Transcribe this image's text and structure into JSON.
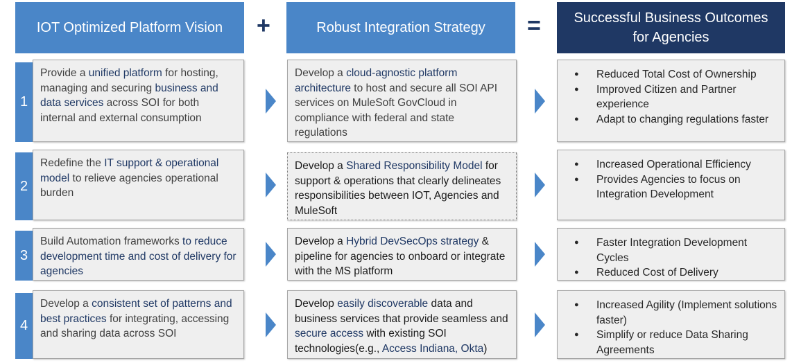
{
  "headers": {
    "col1": "IOT Optimized Platform Vision",
    "plus": "+",
    "col2": "Robust Integration Strategy",
    "equals": "=",
    "col3": "Successful Business Outcomes for Agencies"
  },
  "colors": {
    "header_blue": "#4a86c8",
    "header_navy": "#1f3864",
    "emphasis": "#1f3864"
  },
  "rows": [
    {
      "number": "1",
      "vision": [
        [
          "Provide a ",
          0
        ],
        [
          "unified platform",
          1
        ],
        [
          " for hosting, managing and securing ",
          0
        ],
        [
          "business and data services",
          1
        ],
        [
          " across SOI for both internal and external consumption",
          0
        ]
      ],
      "strategy": [
        [
          "Develop a ",
          0
        ],
        [
          "cloud-agnostic platform architecture",
          1
        ],
        [
          " to host and secure all SOI API services on MuleSoft GovCloud in compliance with federal and state regulations",
          0
        ]
      ],
      "outcomes": [
        "Reduced Total Cost of Ownership",
        "Improved Citizen and Partner experience",
        "Adapt to changing regulations faster"
      ]
    },
    {
      "number": "2",
      "vision": [
        [
          "Redefine the ",
          0
        ],
        [
          "IT support & operational model",
          1
        ],
        [
          " to relieve agencies operational burden",
          0
        ]
      ],
      "strategy": [
        [
          "Develop a ",
          0
        ],
        [
          "Shared Responsibility Model",
          1
        ],
        [
          " for support & operations that clearly delineates responsibilities between IOT, Agencies and MuleSoft",
          0
        ]
      ],
      "outcomes": [
        "Increased Operational Efficiency",
        "Provides Agencies to focus on Integration Development"
      ]
    },
    {
      "number": "3",
      "vision": [
        [
          "Build Automation frameworks ",
          0
        ],
        [
          "to reduce  development time and cost of delivery for agencies",
          1
        ]
      ],
      "strategy": [
        [
          "Develop a ",
          0
        ],
        [
          "Hybrid DevSecOps strategy",
          1
        ],
        [
          " & pipeline for agencies to onboard or integrate with the MS platform",
          0
        ]
      ],
      "outcomes": [
        "Faster Integration Development Cycles",
        "Reduced Cost of Delivery"
      ]
    },
    {
      "number": "4",
      "vision": [
        [
          "Develop a ",
          0
        ],
        [
          "consistent set of patterns and best practices",
          1
        ],
        [
          " for integrating, accessing and sharing data across SOI",
          0
        ]
      ],
      "strategy": [
        [
          "Develop ",
          0
        ],
        [
          "easily discoverable",
          1
        ],
        [
          " data and business services that provide seamless and ",
          0
        ],
        [
          "secure access",
          1
        ],
        [
          " with existing SOI technologies(e.g., ",
          0
        ],
        [
          "Access Indiana, Okta",
          1
        ],
        [
          ")",
          0
        ]
      ],
      "outcomes": [
        "Increased Agility (Implement solutions faster)",
        "Simplify or reduce Data Sharing Agreements"
      ]
    }
  ]
}
